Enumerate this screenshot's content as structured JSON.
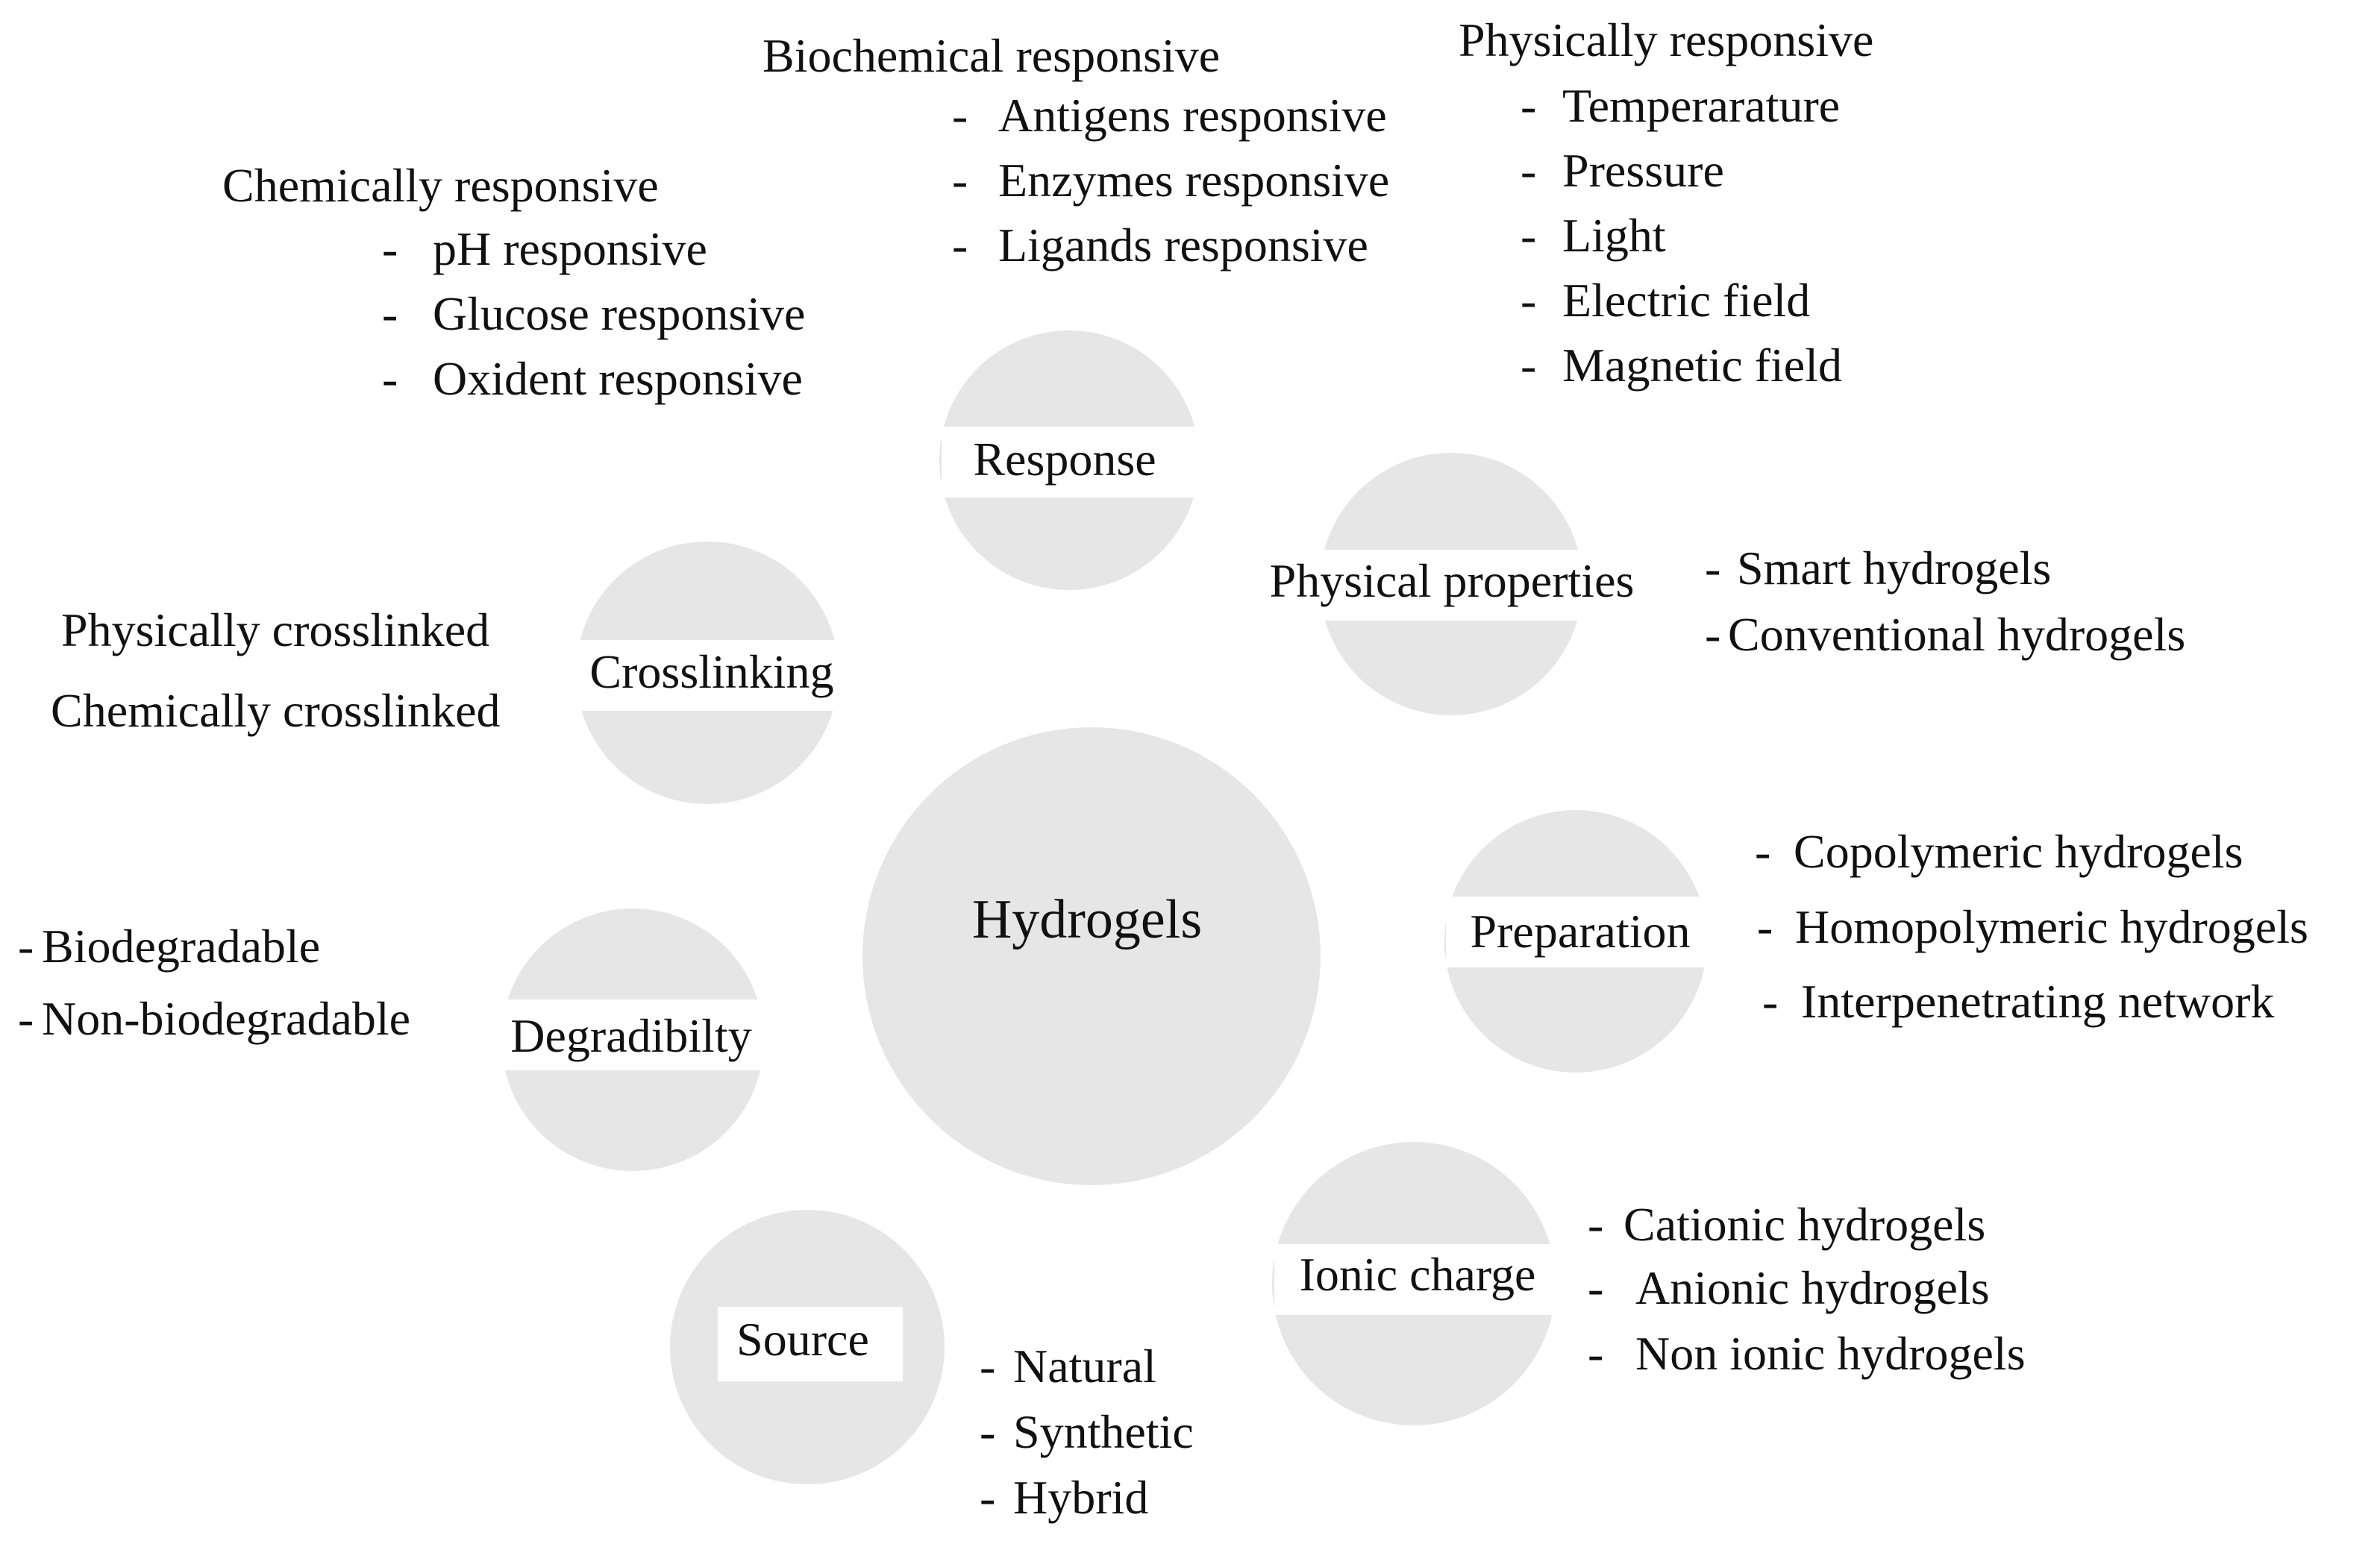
{
  "center": {
    "label": "Hydrogels"
  },
  "nodes": {
    "response": {
      "label": "Response"
    },
    "physical_properties": {
      "label": "Physical properties"
    },
    "crosslinking": {
      "label": "Crosslinking"
    },
    "preparation": {
      "label": "Preparation"
    },
    "degradability": {
      "label": "Degradibilty"
    },
    "ionic_charge": {
      "label": "Ionic charge"
    },
    "source": {
      "label": "Source"
    }
  },
  "response_groups": {
    "biochemical": {
      "heading": "Biochemical responsive",
      "items": [
        "Antigens responsive",
        "Enzymes responsive",
        "Ligands responsive"
      ]
    },
    "physical": {
      "heading": "Physically responsive",
      "items": [
        "Temperarature",
        "Pressure",
        "Light",
        "Electric field",
        "Magnetic field"
      ]
    },
    "chemical": {
      "heading": "Chemically responsive",
      "items": [
        "pH responsive",
        "Glucose responsive",
        "Oxident responsive"
      ]
    }
  },
  "physical_properties_items": [
    "Smart hydrogels",
    "Conventional hydrogels"
  ],
  "crosslinking_items": [
    "Physically crosslinked",
    "Chemically crosslinked"
  ],
  "preparation_items": [
    "Copolymeric hydrogels",
    "Homopolymeric hydrogels",
    "Interpenetrating network"
  ],
  "degradability_items": [
    "Biodegradable",
    "Non-biodegradable"
  ],
  "ionic_charge_items": [
    "Cationic hydrogels",
    "Anionic hydrogels",
    "Non ionic hydrogels"
  ],
  "source_items": [
    "Natural",
    "Synthetic",
    "Hybrid"
  ],
  "colors": {
    "circle_fill": "#e6e6e6",
    "text": "#111111",
    "background": "#ffffff"
  }
}
